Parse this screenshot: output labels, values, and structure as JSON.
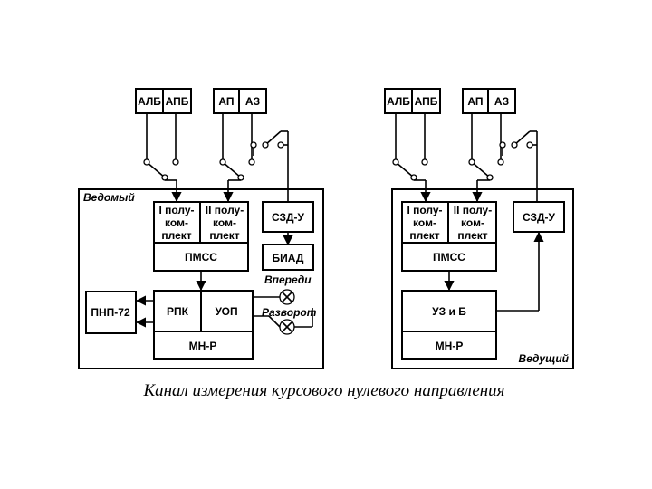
{
  "caption": "Канал измерения курсового нулевого направления",
  "left": {
    "frame_label": "Ведомый",
    "sources": [
      "АЛБ",
      "АПБ",
      "АП",
      "АЗ"
    ],
    "halfset1": [
      "I полу-",
      "ком-",
      "плект"
    ],
    "halfset2": [
      "II полу-",
      "ком-",
      "плект"
    ],
    "pmss": "ПМСС",
    "szd": "СЗД-У",
    "biad": "БИАД",
    "lamp1": "Впереди",
    "lamp2": "Разворот",
    "pnp": "ПНП-72",
    "rpk": "РПК",
    "uop": "УОП",
    "mnr": "МН-Р"
  },
  "right": {
    "frame_label": "Ведущий",
    "sources": [
      "АЛБ",
      "АПБ",
      "АП",
      "АЗ"
    ],
    "halfset1": [
      "I полу-",
      "ком-",
      "плект"
    ],
    "halfset2": [
      "II полу-",
      "ком-",
      "плект"
    ],
    "pmss": "ПМСС",
    "szd": "СЗД-У",
    "uzb": "УЗ и Б",
    "mnr": "МН-Р"
  }
}
